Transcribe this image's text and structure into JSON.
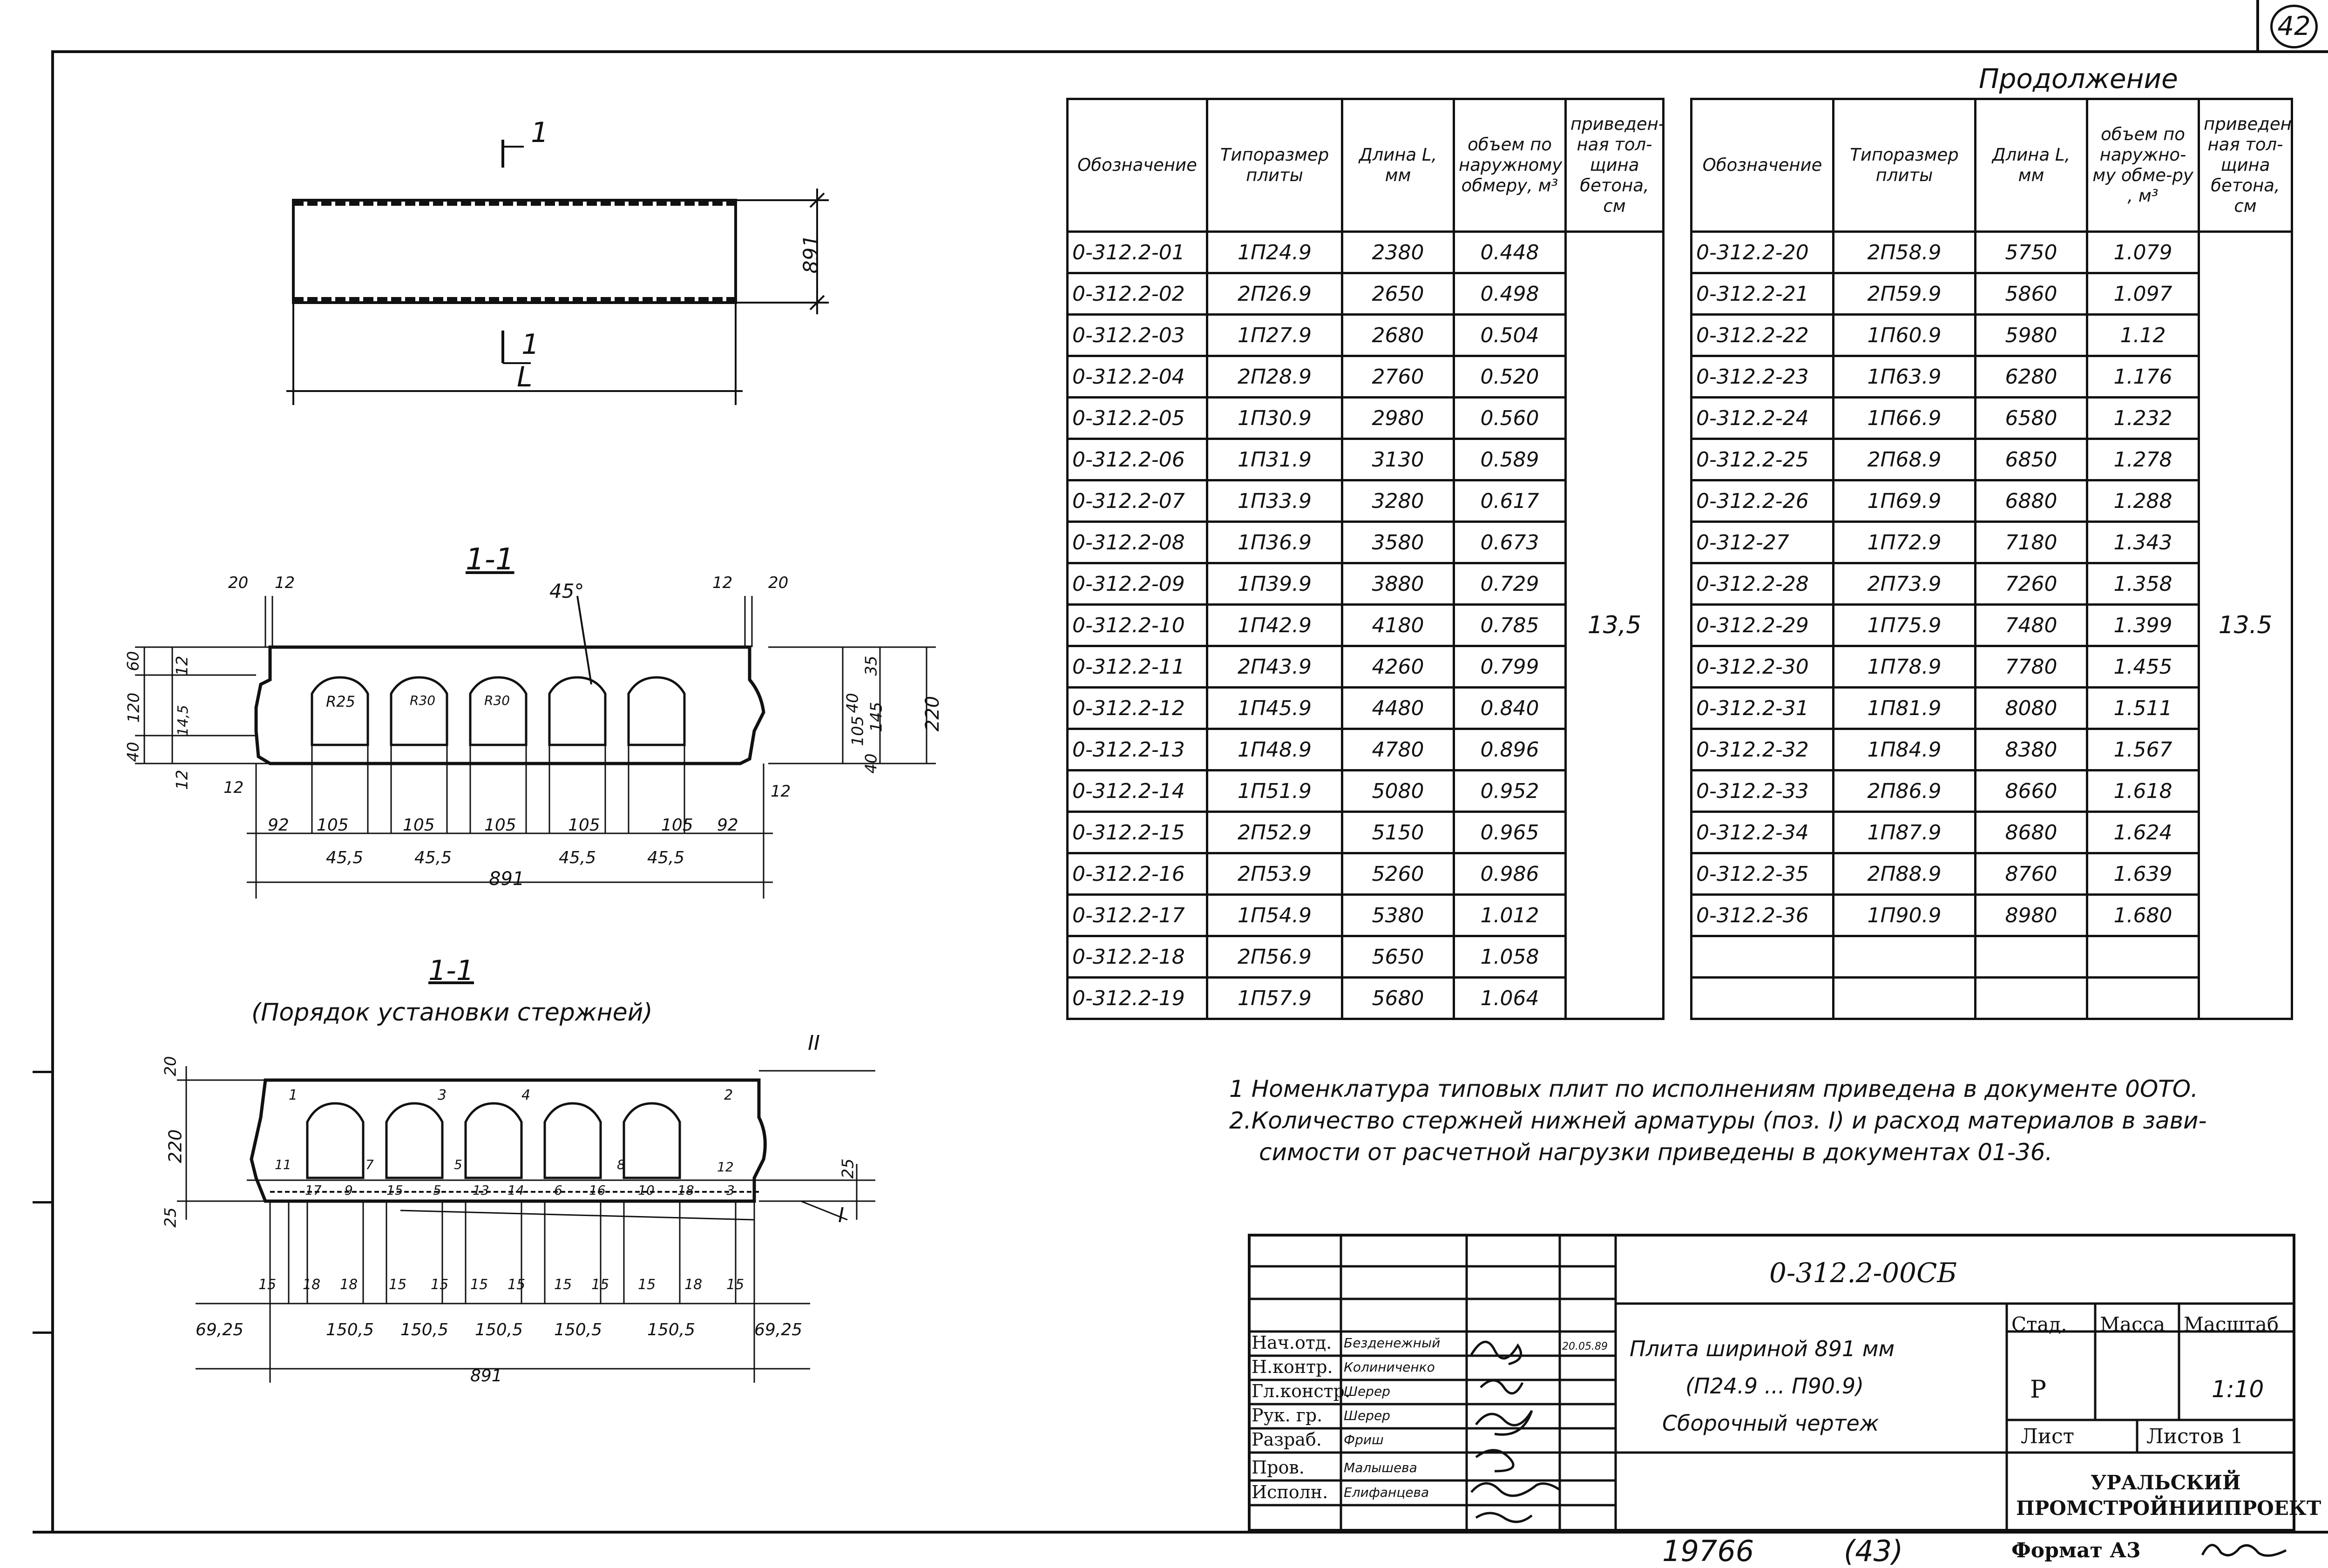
{
  "corner_number": "42",
  "continuation_label": "Продолжение",
  "plan": {
    "section_mark": "1",
    "length_label": "L",
    "width_dim": "891"
  },
  "section1": {
    "title": "1-1",
    "angle": "45°",
    "radii": [
      "R25",
      "R30",
      "R30"
    ],
    "dims_top": [
      "20",
      "12",
      "12",
      "20"
    ],
    "dims_left": [
      "60",
      "120",
      "40",
      "12",
      "14,5",
      "12",
      "12"
    ],
    "dims_right": [
      "35",
      "40",
      "105",
      "145",
      "40",
      "12",
      "220"
    ],
    "dims_bottom": [
      "92",
      "105",
      "105",
      "105",
      "105",
      "105",
      "92"
    ],
    "dims_bottom2": [
      "45,5",
      "45,5",
      "45,5",
      "45,5"
    ],
    "total": "891"
  },
  "section2": {
    "title": "1-1",
    "subtitle": "(Порядок установки стержней)",
    "marks": [
      "II",
      "I"
    ],
    "dims_left": [
      "20",
      "220",
      "25"
    ],
    "dims_right": [
      "25"
    ],
    "bar_numbers": [
      "1",
      "2",
      "3",
      "4",
      "11",
      "7",
      "5",
      "8",
      "12",
      "17",
      "9",
      "15",
      "5",
      "13",
      "14",
      "6",
      "16",
      "10",
      "18",
      "3"
    ],
    "dims_bottom": [
      "15",
      "18",
      "18",
      "15",
      "15",
      "15",
      "15",
      "15",
      "15",
      "15",
      "18",
      "15"
    ],
    "dims_bottom2": [
      "69,25",
      "150,5",
      "150,5",
      "150,5",
      "150,5",
      "150,5",
      "69,25"
    ],
    "total": "891"
  },
  "table_headers": {
    "designation": "Обозначение",
    "type_size": "Типоразмер плиты",
    "length": "Длина L, мм",
    "volume": "объем по наружному обмеру, м³",
    "thickness": "приведен-ная тол-щина бетона, см"
  },
  "table_headers_right": {
    "designation": "Обозначение",
    "type_size": "Типоразмер плиты",
    "length": "Длина L, мм",
    "volume": "объем по наружно-му обме-ру , м³",
    "thickness": "приведен-ная тол-щина бетона, см"
  },
  "thickness_value": "13,5",
  "thickness_value_right": "13.5",
  "table_left": [
    [
      "0-312.2-01",
      "1П24.9",
      "2380",
      "0.448"
    ],
    [
      "0-312.2-02",
      "2П26.9",
      "2650",
      "0.498"
    ],
    [
      "0-312.2-03",
      "1П27.9",
      "2680",
      "0.504"
    ],
    [
      "0-312.2-04",
      "2П28.9",
      "2760",
      "0.520"
    ],
    [
      "0-312.2-05",
      "1П30.9",
      "2980",
      "0.560"
    ],
    [
      "0-312.2-06",
      "1П31.9",
      "3130",
      "0.589"
    ],
    [
      "0-312.2-07",
      "1П33.9",
      "3280",
      "0.617"
    ],
    [
      "0-312.2-08",
      "1П36.9",
      "3580",
      "0.673"
    ],
    [
      "0-312.2-09",
      "1П39.9",
      "3880",
      "0.729"
    ],
    [
      "0-312.2-10",
      "1П42.9",
      "4180",
      "0.785"
    ],
    [
      "0-312.2-11",
      "2П43.9",
      "4260",
      "0.799"
    ],
    [
      "0-312.2-12",
      "1П45.9",
      "4480",
      "0.840"
    ],
    [
      "0-312.2-13",
      "1П48.9",
      "4780",
      "0.896"
    ],
    [
      "0-312.2-14",
      "1П51.9",
      "5080",
      "0.952"
    ],
    [
      "0-312.2-15",
      "2П52.9",
      "5150",
      "0.965"
    ],
    [
      "0-312.2-16",
      "2П53.9",
      "5260",
      "0.986"
    ],
    [
      "0-312.2-17",
      "1П54.9",
      "5380",
      "1.012"
    ],
    [
      "0-312.2-18",
      "2П56.9",
      "5650",
      "1.058"
    ],
    [
      "0-312.2-19",
      "1П57.9",
      "5680",
      "1.064"
    ]
  ],
  "table_right": [
    [
      "0-312.2-20",
      "2П58.9",
      "5750",
      "1.079"
    ],
    [
      "0-312.2-21",
      "2П59.9",
      "5860",
      "1.097"
    ],
    [
      "0-312.2-22",
      "1П60.9",
      "5980",
      "1.12"
    ],
    [
      "0-312.2-23",
      "1П63.9",
      "6280",
      "1.176"
    ],
    [
      "0-312.2-24",
      "1П66.9",
      "6580",
      "1.232"
    ],
    [
      "0-312.2-25",
      "2П68.9",
      "6850",
      "1.278"
    ],
    [
      "0-312.2-26",
      "1П69.9",
      "6880",
      "1.288"
    ],
    [
      "0-312-27",
      "1П72.9",
      "7180",
      "1.343"
    ],
    [
      "0-312.2-28",
      "2П73.9",
      "7260",
      "1.358"
    ],
    [
      "0-312.2-29",
      "1П75.9",
      "7480",
      "1.399"
    ],
    [
      "0-312.2-30",
      "1П78.9",
      "7780",
      "1.455"
    ],
    [
      "0-312.2-31",
      "1П81.9",
      "8080",
      "1.511"
    ],
    [
      "0-312.2-32",
      "1П84.9",
      "8380",
      "1.567"
    ],
    [
      "0-312.2-33",
      "2П86.9",
      "8660",
      "1.618"
    ],
    [
      "0-312.2-34",
      "1П87.9",
      "8680",
      "1.624"
    ],
    [
      "0-312.2-35",
      "2П88.9",
      "8760",
      "1.639"
    ],
    [
      "0-312.2-36",
      "1П90.9",
      "8980",
      "1.680"
    ]
  ],
  "notes": [
    "1 Номенклатура типовых плит по исполнениям приведена в документе 0ОТО.",
    "2.Количество стержней нижней арматуры (поз. I) и расход материалов в зави-",
    "симости от расчетной нагрузки приведены в документах 01-36."
  ],
  "title_block": {
    "code": "0-312.2-00СБ",
    "name_line1": "Плита шириной 891 мм",
    "name_line2": "(П24.9 ... П90.9)",
    "name_line3": "Сборочный чертеж",
    "stage_h": "Стад.",
    "mass_h": "Масса",
    "scale_h": "Масштаб",
    "stage": "Р",
    "scale": "1:10",
    "sheet": "Лист",
    "sheets": "Листов 1",
    "org_line1": "УРАЛЬСКИЙ",
    "org_line2": "ПРОМСТРОЙНИИПРОЕКТ",
    "date": "20.05.89",
    "roles": [
      {
        "role": "Нач.отд.",
        "name": "Безденежный"
      },
      {
        "role": "Н.контр.",
        "name": "Колиниченко"
      },
      {
        "role": "Гл.констр.",
        "name": "Шерер"
      },
      {
        "role": "Рук. гр.",
        "name": "Шерер"
      },
      {
        "role": "Разраб.",
        "name": "Фриш"
      },
      {
        "role": "Пров.",
        "name": "Малышева"
      },
      {
        "role": "Исполн.",
        "name": "Елифанцева"
      }
    ]
  },
  "footer": {
    "inventory": "19766",
    "page": "(43)",
    "format": "Формат А3"
  }
}
